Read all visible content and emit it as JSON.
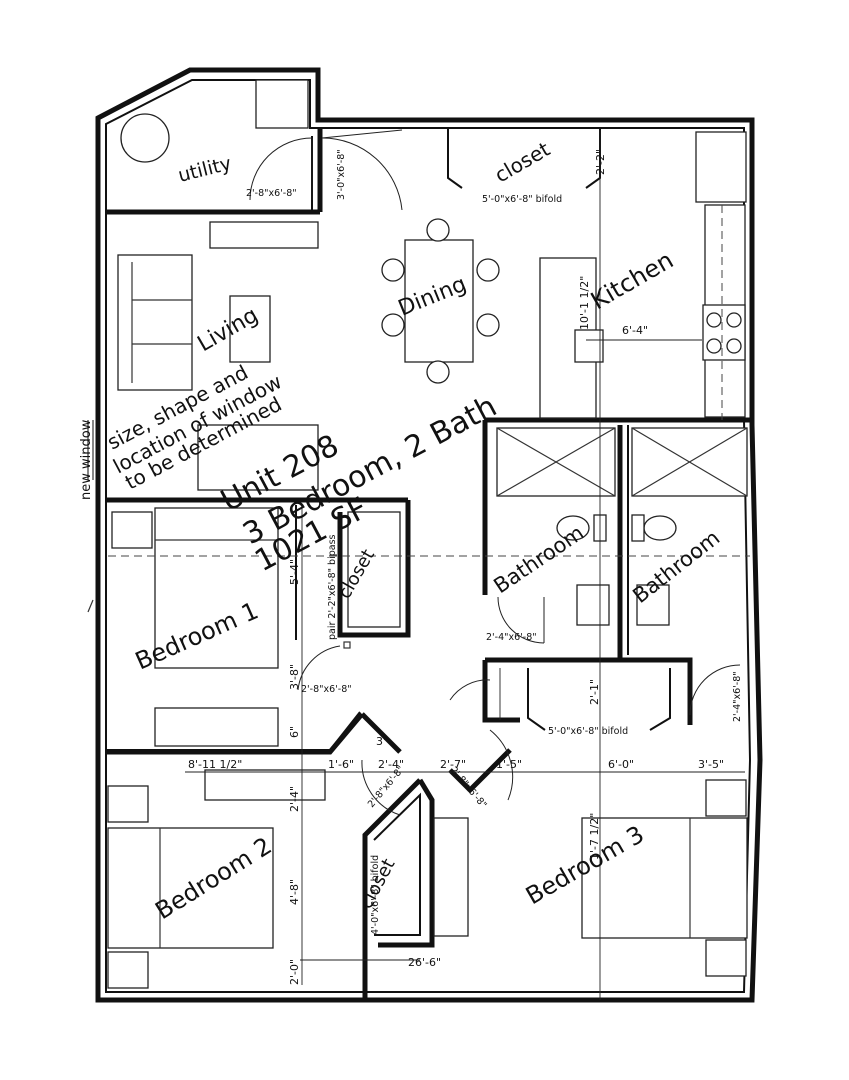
{
  "unit": {
    "name": "Unit 208",
    "config": "3 Bedroom, 2 Bath",
    "area": "1021 SF"
  },
  "rooms": {
    "utility": "utility",
    "living": "Living",
    "dining": "Dining",
    "kitchen": "Kitchen",
    "bedroom1": "Bedroom 1",
    "bedroom2": "Bedroom 2",
    "bedroom3": "Bedroom 3",
    "bathroom_a": "Bathroom",
    "bathroom_b": "Bathroom",
    "closet_top": "closet",
    "closet_bed1": "closet",
    "closet_bed2": "closet"
  },
  "notes": {
    "new_window": "new window",
    "window_line1": "size, shape and",
    "window_line2": "location of window",
    "window_line3": "to be determined"
  },
  "doors": {
    "utility_door": "2'-8\"x6'-8\"",
    "entry_door": "3'-0\"x6'-8\"",
    "top_closet_bifold": "5'-0\"x6'-8\" bifold",
    "bed1_closet_bipass": "pair 2'-2\"x6'-8\" bipass",
    "bed1_door": "2'-8\"x6'-8\"",
    "bath_a_door": "2'-4\"x6'-8\"",
    "bath_b_door": "2'-4\"x6'-8\"",
    "hall_closet_bifold": "5'-0\"x6'-8\" bifold",
    "bed2_door": "2'-8\"x6'-8\"",
    "bed3_door": "2'-8\"x6'-8\"",
    "bed2_closet_bifold": "4'-0\"x6'-8\" bifold"
  },
  "dimensions": {
    "closet_top_depth": "2'-2\"",
    "kitchen_depth": "10'-1 1/2\"",
    "kitchen_width": "6'-4\"",
    "bed1_closet_offset": "5'-4\"",
    "bed1_door_offset": "3'-8\"",
    "wall_6": "6\"",
    "hall_closet_depth": "2'-1\"",
    "bed2_width": "8'-11 1/2\"",
    "hall_1_6": "1'-6\"",
    "hall_3": "3\"",
    "hall_2_4": "2'-4\"",
    "hall_2_7": "2'-7\"",
    "hall_1_5": "1'-5\"",
    "hall_6_0": "6'-0\"",
    "bed3_3_5": "3'-5\"",
    "bed2_2_4": "2'-4\"",
    "bed2_4_8": "4'-8\"",
    "bed2_2_0": "2'-0\"",
    "bed3_1_7": "1'-7 1/2\"",
    "overall_width": "26'-6\""
  }
}
